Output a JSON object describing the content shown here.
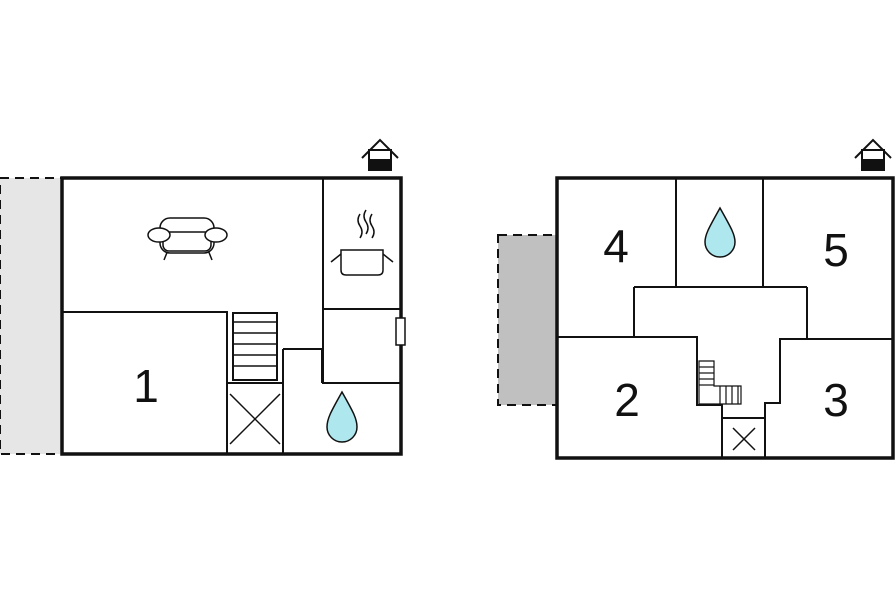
{
  "floorplans": [
    {
      "name": "ground-floor",
      "rooms": [
        {
          "id": "room-1",
          "label": "1"
        }
      ],
      "icons": [
        "sofa-icon",
        "kitchen-pot-icon",
        "water-drop-icon",
        "stairs-icon",
        "closet-x-icon",
        "house-entrance-icon"
      ],
      "terrace_color": "#e6e6e6"
    },
    {
      "name": "upper-floor",
      "rooms": [
        {
          "id": "room-2",
          "label": "2"
        },
        {
          "id": "room-3",
          "label": "3"
        },
        {
          "id": "room-4",
          "label": "4"
        },
        {
          "id": "room-5",
          "label": "5"
        }
      ],
      "icons": [
        "water-drop-icon",
        "stairs-icon",
        "closet-x-icon",
        "house-entrance-icon"
      ],
      "terrace_color": "#c0c0c0"
    }
  ],
  "colors": {
    "wall": "#111111",
    "water": "#aee7ee",
    "background": "#ffffff"
  }
}
